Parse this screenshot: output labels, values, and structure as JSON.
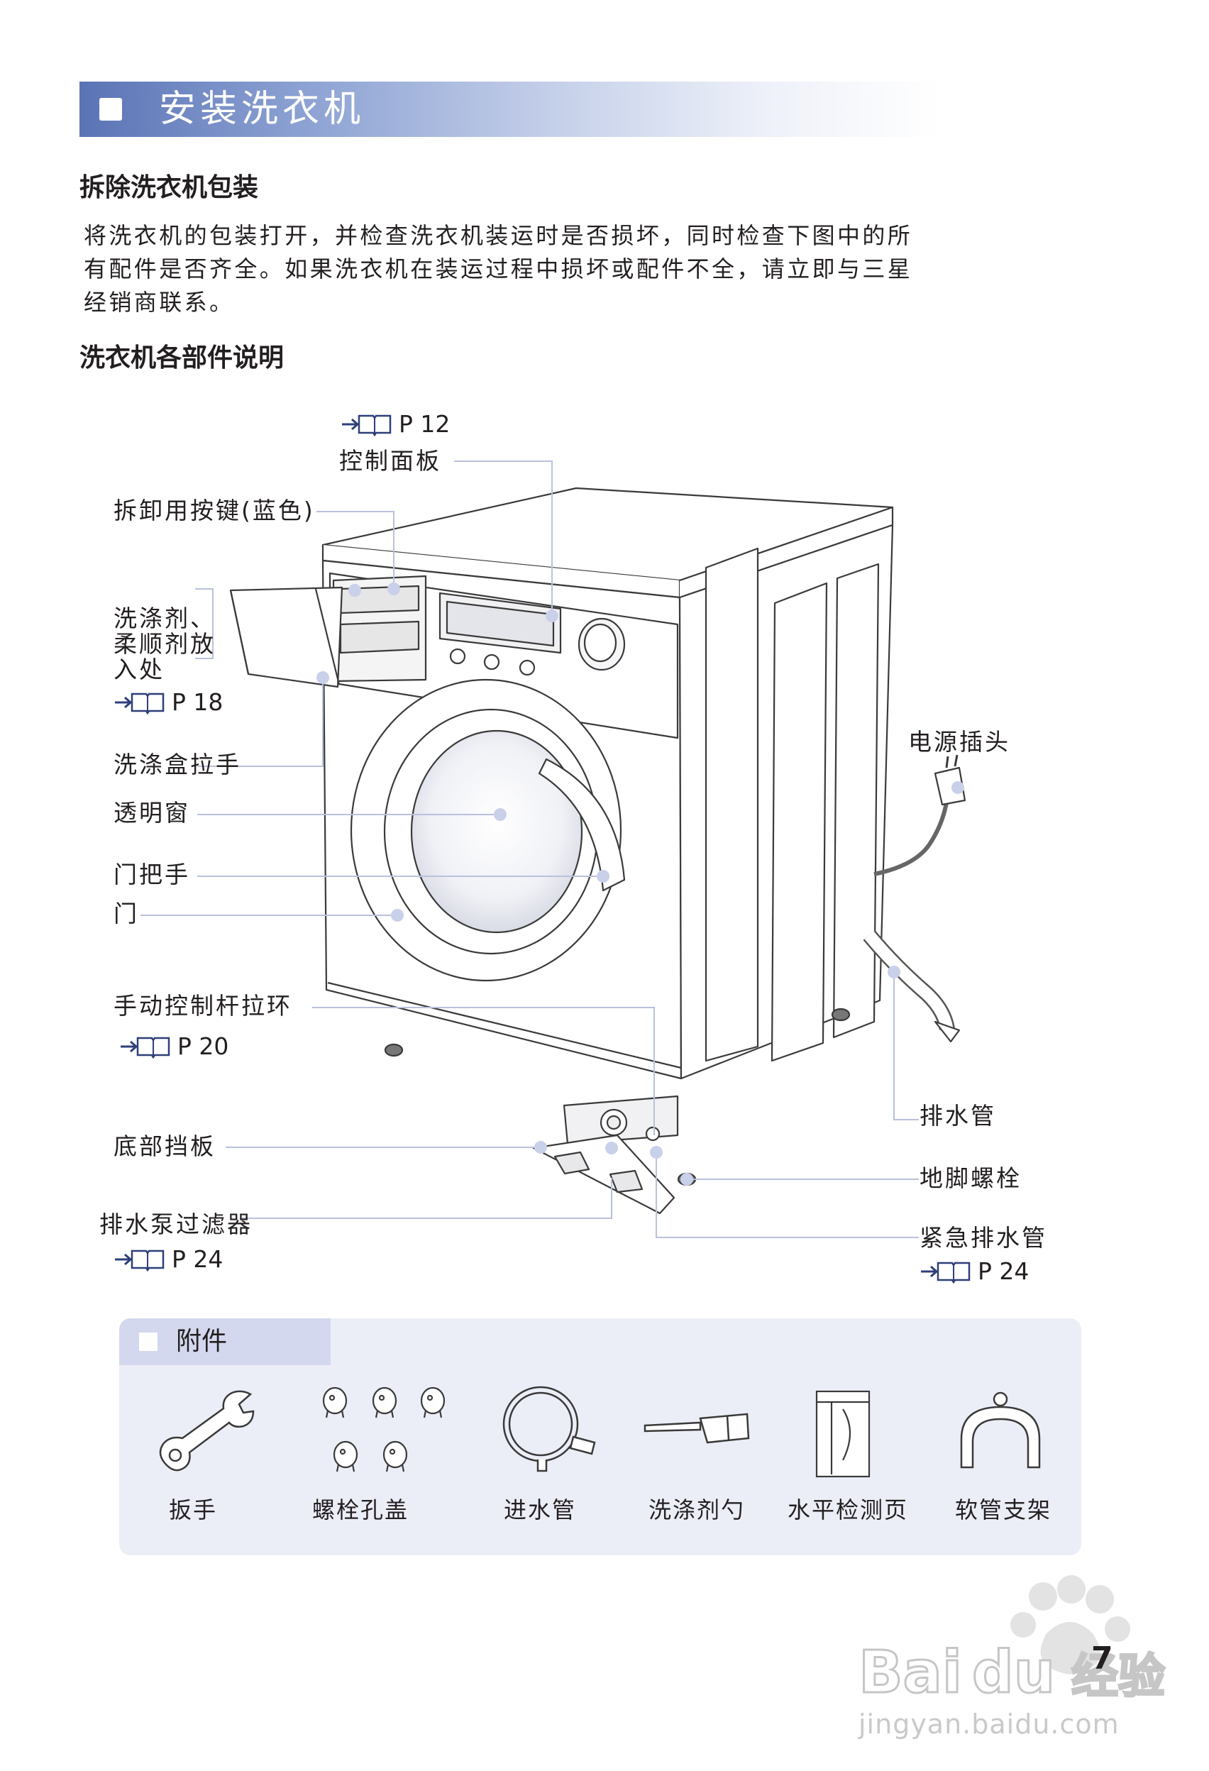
{
  "header": {
    "title": "安装洗衣机"
  },
  "section1": {
    "heading": "拆除洗衣机包装",
    "lines": [
      "将洗衣机的包装打开，并检查洗衣机装运时是否损坏，同时检查下图中的所",
      "有配件是否齐全。如果洗衣机在装运过程中损坏或配件不全，请立即与三星",
      "经销商联系。"
    ]
  },
  "section2": {
    "heading": "洗衣机各部件说明"
  },
  "parts": {
    "control_panel": {
      "label": "控制面板",
      "ref": "P 12"
    },
    "release_button": {
      "label": "拆卸用按键(蓝色)"
    },
    "detergent": {
      "lines": [
        "洗涤剂、",
        "柔顺剂放",
        "入处"
      ],
      "ref": "P 18"
    },
    "drawer_handle": {
      "label": "洗涤盒拉手"
    },
    "window": {
      "label": "透明窗"
    },
    "door_handle": {
      "label": "门把手"
    },
    "door": {
      "label": "门"
    },
    "manual_lever": {
      "label": "手动控制杆拉环",
      "ref": "P 20"
    },
    "bottom_cover": {
      "label": "底部挡板"
    },
    "pump_filter": {
      "label": "排水泵过滤器",
      "ref": "P 24"
    },
    "power_plug": {
      "label": "电源插头"
    },
    "drain_hose": {
      "label": "排水管"
    },
    "feet": {
      "label": "地脚螺栓"
    },
    "emergency_drain": {
      "label": "紧急排水管",
      "ref": "P 24"
    }
  },
  "accessories": {
    "title": "附件",
    "items": [
      "扳手",
      "螺栓孔盖",
      "进水管",
      "洗涤剂勺",
      "水平检测页",
      "软管支架"
    ]
  },
  "footer": {
    "page_number": "7",
    "watermark_logo": "Bai du 经验",
    "watermark_url": "jingyan.baidu.com"
  },
  "colors": {
    "title_bar": "#5a73b5",
    "panel": "#eceef7",
    "leader": "#b9c1dd",
    "dot": "#c9d0ea"
  }
}
